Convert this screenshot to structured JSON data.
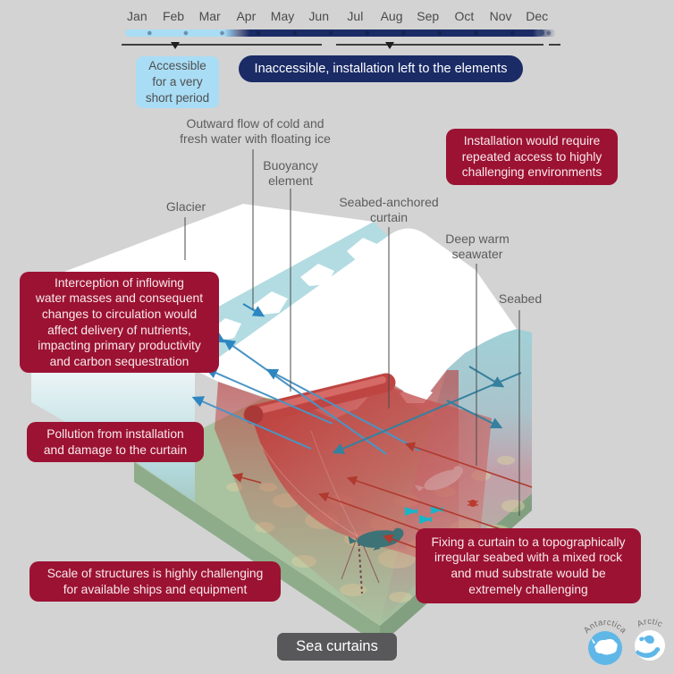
{
  "timeline": {
    "months": [
      "Jan",
      "Feb",
      "Mar",
      "Apr",
      "May",
      "Jun",
      "Jul",
      "Aug",
      "Sep",
      "Oct",
      "Nov",
      "Dec"
    ],
    "accessible": {
      "lines": [
        "Accessible",
        "for a very",
        "short period"
      ],
      "color": "#a9ddf5"
    },
    "inaccessible": {
      "text": "Inaccessible, installation left to the elements",
      "color": "#1a2b66"
    }
  },
  "diagram_labels": {
    "outward_flow": {
      "lines": [
        "Outward flow of cold and",
        "fresh water with floating ice"
      ]
    },
    "buoyancy": {
      "lines": [
        "Buoyancy",
        "element"
      ]
    },
    "glacier": {
      "text": "Glacier"
    },
    "anchored_curtain": {
      "lines": [
        "Seabed-anchored",
        "curtain"
      ]
    },
    "deep_warm": {
      "lines": [
        "Deep warm",
        "seawater"
      ]
    },
    "seabed": {
      "text": "Seabed"
    }
  },
  "callouts": {
    "color": "#9c1232",
    "access": {
      "lines": [
        "Installation would require",
        "repeated access to highly",
        "challenging environments"
      ]
    },
    "interception": {
      "lines": [
        "Interception of inflowing",
        "water masses and consequent",
        "changes to circulation would",
        "affect delivery of nutrients,",
        "impacting primary productivity",
        "and carbon sequestration"
      ]
    },
    "pollution": {
      "lines": [
        "Pollution from installation",
        "and damage to the curtain"
      ]
    },
    "scale": {
      "lines": [
        "Scale of structures is highly challenging",
        "for available ships and equipment"
      ]
    },
    "fixing": {
      "lines": [
        "Fixing a curtain to a topographically",
        "irregular seabed with a mixed rock",
        "and mud substrate would be",
        "extremely challenging"
      ]
    }
  },
  "footer": {
    "title": "Sea curtains",
    "antarctica_label": "Antarctica",
    "arctic_label": "Arctic"
  },
  "scene": {
    "glacier_color": "#ffffff",
    "surface_water_color": "#b2dce2",
    "curtain_color": "#c0403e",
    "seabed_color": "#a9c2a0",
    "warm_water_color": "#ba3434",
    "cold_arrow_color": "#2e86c1",
    "warm_arrow_color": "#b03a2e",
    "background_color": "#d3d3d3",
    "polar_icon_color": "#5fb7e8"
  }
}
